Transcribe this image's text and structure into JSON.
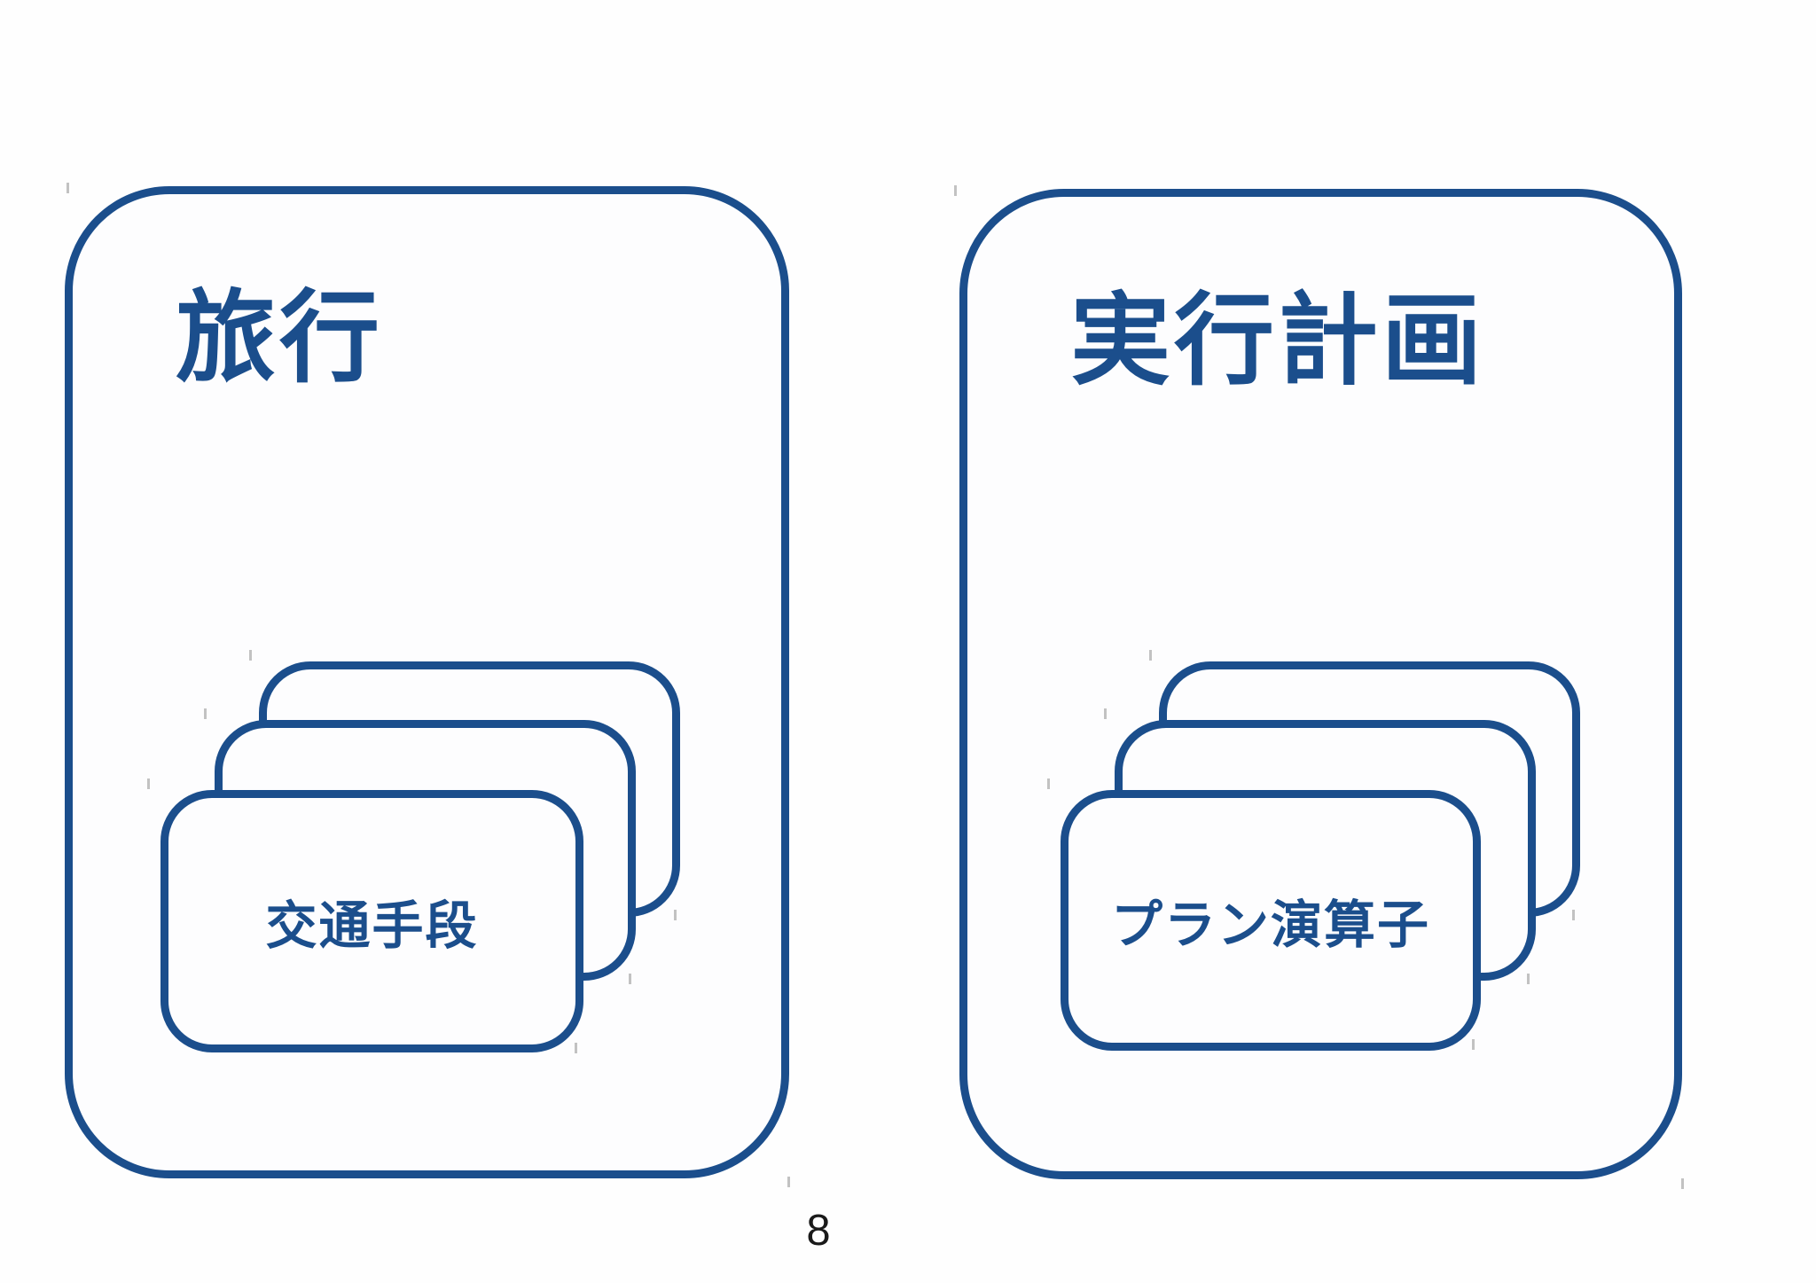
{
  "page": {
    "number": "8"
  },
  "colors": {
    "accent_blue": "#1b4e8c",
    "page_number_text": "#1a1a1a",
    "background": "#fefefe"
  },
  "panels": [
    {
      "id": "travel",
      "title": "旅行",
      "stack": {
        "card_count": 3,
        "front_label": "交通手段"
      }
    },
    {
      "id": "execution-plan",
      "title": "実行計画",
      "stack": {
        "card_count": 3,
        "front_label": "プラン演算子"
      }
    }
  ]
}
